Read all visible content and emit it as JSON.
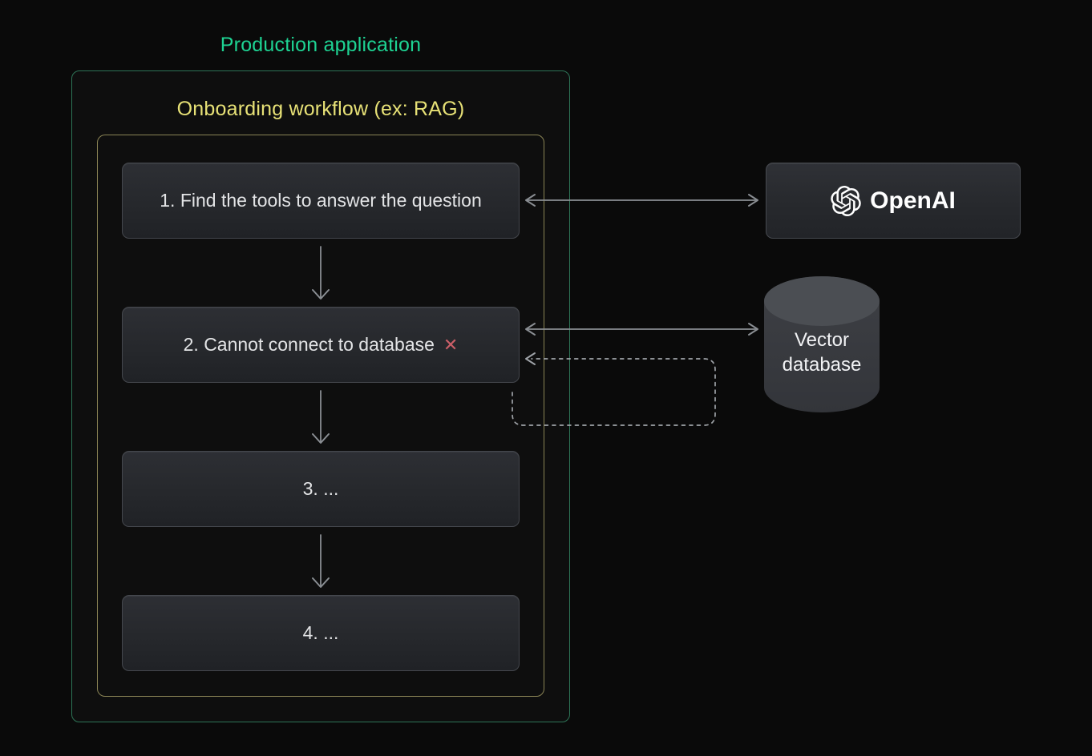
{
  "colors": {
    "background": "#0a0a0a",
    "production_title": "#1ed393",
    "production_border": "#2e7457",
    "workflow_title": "#e7e176",
    "workflow_border": "#8a8455",
    "node_background_top": "#2d2f34",
    "node_background_bottom": "#202226",
    "node_border": "#44474d",
    "node_text": "#e3e4e6",
    "error_x": "#cb5f68",
    "solid_arrow": "#8a8e93",
    "dashed_arrow": "#9fa3a8",
    "cylinder_body": "#37393e",
    "cylinder_top": "#4b4e53",
    "white_text": "#f1f2f4"
  },
  "production_app": {
    "title": "Production application"
  },
  "workflow": {
    "title": "Onboarding workflow (ex: RAG)",
    "steps": [
      {
        "label": "1. Find the tools to answer the question"
      },
      {
        "label": "2. Cannot connect to database",
        "error_icon": "✕"
      },
      {
        "label": "3. ..."
      },
      {
        "label": "4. ..."
      }
    ]
  },
  "services": {
    "openai": {
      "label": "OpenAI",
      "icon": "openai-logo",
      "shape": "rounded-box"
    },
    "vector_db": {
      "label_line1": "Vector",
      "label_line2": "database",
      "shape": "cylinder"
    }
  },
  "connections": [
    {
      "from": "step-1",
      "to": "step-2",
      "style": "solid",
      "direction": "down"
    },
    {
      "from": "step-2",
      "to": "step-3",
      "style": "solid",
      "direction": "down"
    },
    {
      "from": "step-3",
      "to": "step-4",
      "style": "solid",
      "direction": "down"
    },
    {
      "from": "step-1",
      "to": "openai",
      "style": "solid",
      "direction": "bidirectional"
    },
    {
      "from": "step-2",
      "to": "vector_db",
      "style": "solid",
      "direction": "bidirectional"
    },
    {
      "from": "below-step-2-loop",
      "to": "step-2",
      "style": "dashed",
      "direction": "into-step-2"
    }
  ]
}
